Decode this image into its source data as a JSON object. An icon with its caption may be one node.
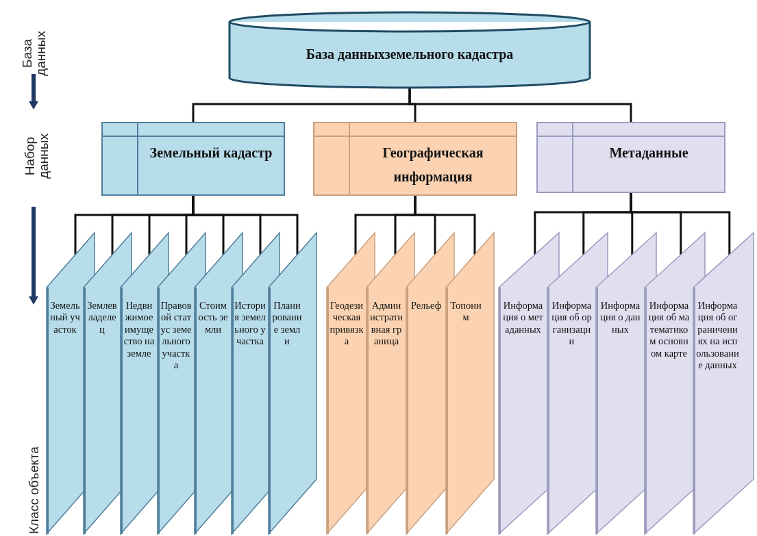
{
  "diagram": {
    "nodes": [
      {
        "text": [
          "База данныхземельного кадастра"
        ]
      },
      {
        "text": [
          "Земельный кадастр"
        ]
      },
      {
        "text": [
          "Географическая информация"
        ]
      },
      {
        "text": [
          "Метаданные"
        ]
      },
      {
        "text": [
          "Земельный участок"
        ]
      },
      {
        "text": [
          "Землевладелец"
        ]
      },
      {
        "text": [
          "Недвижимое имущество на земле"
        ]
      },
      {
        "text": [
          "Правовой статус земельного участка"
        ]
      },
      {
        "text": [
          "Стоимость земли"
        ]
      },
      {
        "text": [
          "История земельного участка"
        ]
      },
      {
        "text": [
          "Планирование земли"
        ]
      },
      {
        "text": [
          "Геодезическая привязка"
        ]
      },
      {
        "text": [
          "Административная граница"
        ]
      },
      {
        "text": [
          "Рельеф"
        ]
      },
      {
        "text": [
          "Топоним"
        ]
      },
      {
        "text": [
          "Информация о метаданных"
        ]
      },
      {
        "text": [
          "Информация об организации"
        ]
      },
      {
        "text": [
          "Информация о данных"
        ]
      },
      {
        "text": [
          "Информация об математиком основном карте"
        ]
      },
      {
        "text": [
          "Информация об ограничениях на использование данных"
        ]
      }
    ],
    "edges": [
      {
        "from": 0,
        "to": 1,
        "arrow": "none"
      },
      {
        "from": 0,
        "to": 2,
        "arrow": "none"
      },
      {
        "from": 0,
        "to": 3,
        "arrow": "none"
      },
      {
        "from": 1,
        "to": 4,
        "arrow": "none"
      },
      {
        "from": 1,
        "to": 5,
        "arrow": "none"
      },
      {
        "from": 1,
        "to": 6,
        "arrow": "none"
      },
      {
        "from": 1,
        "to": 7,
        "arrow": "none"
      },
      {
        "from": 1,
        "to": 8,
        "arrow": "none"
      },
      {
        "from": 1,
        "to": 9,
        "arrow": "none"
      },
      {
        "from": 1,
        "to": 10,
        "arrow": "none"
      },
      {
        "from": 2,
        "to": 11,
        "arrow": "none"
      },
      {
        "from": 2,
        "to": 12,
        "arrow": "none"
      },
      {
        "from": 2,
        "to": 13,
        "arrow": "none"
      },
      {
        "from": 2,
        "to": 14,
        "arrow": "none"
      },
      {
        "from": 3,
        "to": 15,
        "arrow": "none"
      },
      {
        "from": 3,
        "to": 16,
        "arrow": "none"
      },
      {
        "from": 3,
        "to": 17,
        "arrow": "none"
      },
      {
        "from": 3,
        "to": 18,
        "arrow": "none"
      },
      {
        "from": 3,
        "to": 19,
        "arrow": "none"
      }
    ],
    "labels": [
      "База данных",
      "Набор данных",
      "Класс объекта"
    ]
  }
}
